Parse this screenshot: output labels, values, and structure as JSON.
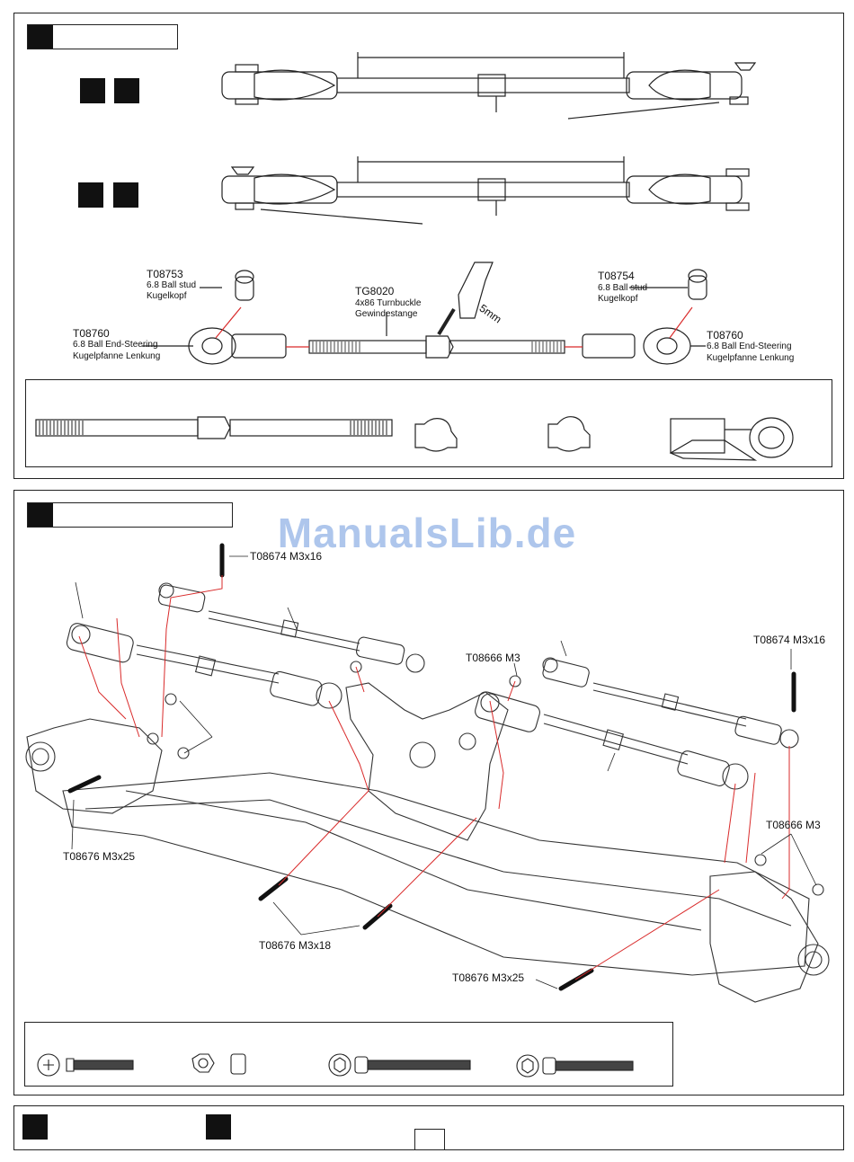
{
  "watermark": "ManualsLib.de",
  "step1": {
    "parts": [
      {
        "code": "T08753",
        "desc1": "6.8 Ball stud",
        "desc2": "Kugelkopf"
      },
      {
        "code": "TG8020",
        "desc1": "4x86 Turnbuckle",
        "desc2": "Gewindestange"
      },
      {
        "code": "T08754",
        "desc1": "6.8 Ball stud",
        "desc2": "Kugelkopf"
      },
      {
        "code": "T08760",
        "desc1": "6.8 Ball End-Steering",
        "desc2": "Kugelpfanne Lenkung"
      },
      {
        "code": "T08760",
        "desc1": "6.8 Ball End-Steering",
        "desc2": "Kugelpfanne Lenkung"
      }
    ],
    "wrench": "5mm"
  },
  "step2": {
    "labels": {
      "screw_m3x16_a": "T08674 M3x16",
      "screw_m3x16_b": "T08674 M3x16",
      "nut_m3_a": "T08666  M3",
      "nut_m3_b": "T08666  M3",
      "screw_m3x25_a": "T08676 M3x25",
      "screw_m3x18": "T08676 M3x18",
      "screw_m3x25_b": "T08676 M3x25"
    }
  },
  "colors": {
    "accent": "#d92b2b",
    "ink": "#111111",
    "watermark": "#aec6ec"
  }
}
